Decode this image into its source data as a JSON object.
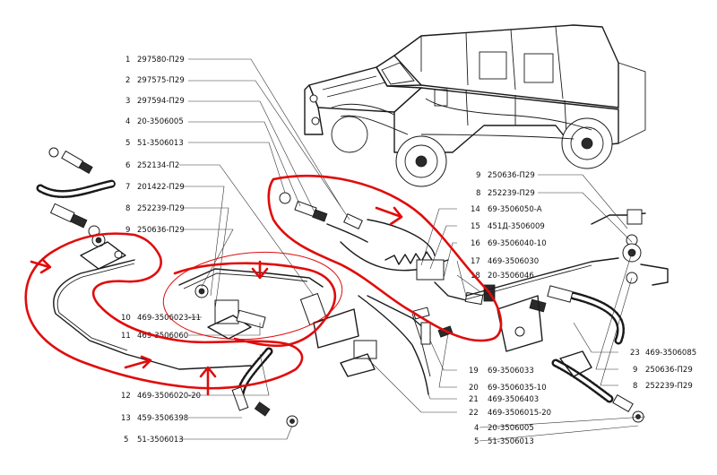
{
  "callouts": [
    {
      "id": "c1",
      "num": "1",
      "code": "297580-П29"
    },
    {
      "id": "c2",
      "num": "2",
      "code": "297575-П29"
    },
    {
      "id": "c3",
      "num": "3",
      "code": "297594-П29"
    },
    {
      "id": "c4",
      "num": "4",
      "code": "20-3506005"
    },
    {
      "id": "c5",
      "num": "5",
      "code": "51-3506013"
    },
    {
      "id": "c6",
      "num": "6",
      "code": "252134-П2"
    },
    {
      "id": "c7",
      "num": "7",
      "code": "201422-П29"
    },
    {
      "id": "c8",
      "num": "8",
      "code": "252239-П29"
    },
    {
      "id": "c9",
      "num": "9",
      "code": "250636-П29"
    },
    {
      "id": "c10",
      "num": "10",
      "code": "469-3506023-11"
    },
    {
      "id": "c11",
      "num": "11",
      "code": "469-3506060"
    },
    {
      "id": "c12",
      "num": "12",
      "code": "469-3506020-20"
    },
    {
      "id": "c13",
      "num": "13",
      "code": "459-3506398"
    },
    {
      "id": "c5b",
      "num": "5",
      "code": "51-3506013"
    },
    {
      "id": "r9",
      "num": "9",
      "code": "250636-П29"
    },
    {
      "id": "r8",
      "num": "8",
      "code": "252239-П29"
    },
    {
      "id": "r14",
      "num": "14",
      "code": "69-3506050-А"
    },
    {
      "id": "r15",
      "num": "15",
      "code": "451Д-3506009"
    },
    {
      "id": "r16",
      "num": "16",
      "code": "69-3506040-10"
    },
    {
      "id": "r17",
      "num": "17",
      "code": "469-3506030"
    },
    {
      "id": "r18",
      "num": "18",
      "code": "20-3506046"
    },
    {
      "id": "r23",
      "num": "23",
      "code": "469-3506085"
    },
    {
      "id": "r9b",
      "num": "9",
      "code": "250636-П29"
    },
    {
      "id": "r8b",
      "num": "8",
      "code": "252239-П29"
    },
    {
      "id": "r19",
      "num": "19",
      "code": "69-3506033"
    },
    {
      "id": "r20",
      "num": "20",
      "code": "69-3506035-10"
    },
    {
      "id": "r21",
      "num": "21",
      "code": "469-3506403"
    },
    {
      "id": "r22",
      "num": "22",
      "code": "469-3506015-20"
    },
    {
      "id": "r4",
      "num": "4",
      "code": "20-3506005"
    },
    {
      "id": "r5",
      "num": "5",
      "code": "51-3506013"
    }
  ],
  "annotation": {
    "color": "#e10b0b",
    "shapes": [
      "left-loop",
      "center-ellipse",
      "upper-loop",
      "arrow-down-center",
      "arrow-down-right",
      "arrow-up-bottom",
      "arrow-right-left",
      "arrow-right-mid"
    ]
  },
  "illustration": {
    "vehicle": "uaz-469-vehicle",
    "subject": "brake-lines-diagram"
  }
}
